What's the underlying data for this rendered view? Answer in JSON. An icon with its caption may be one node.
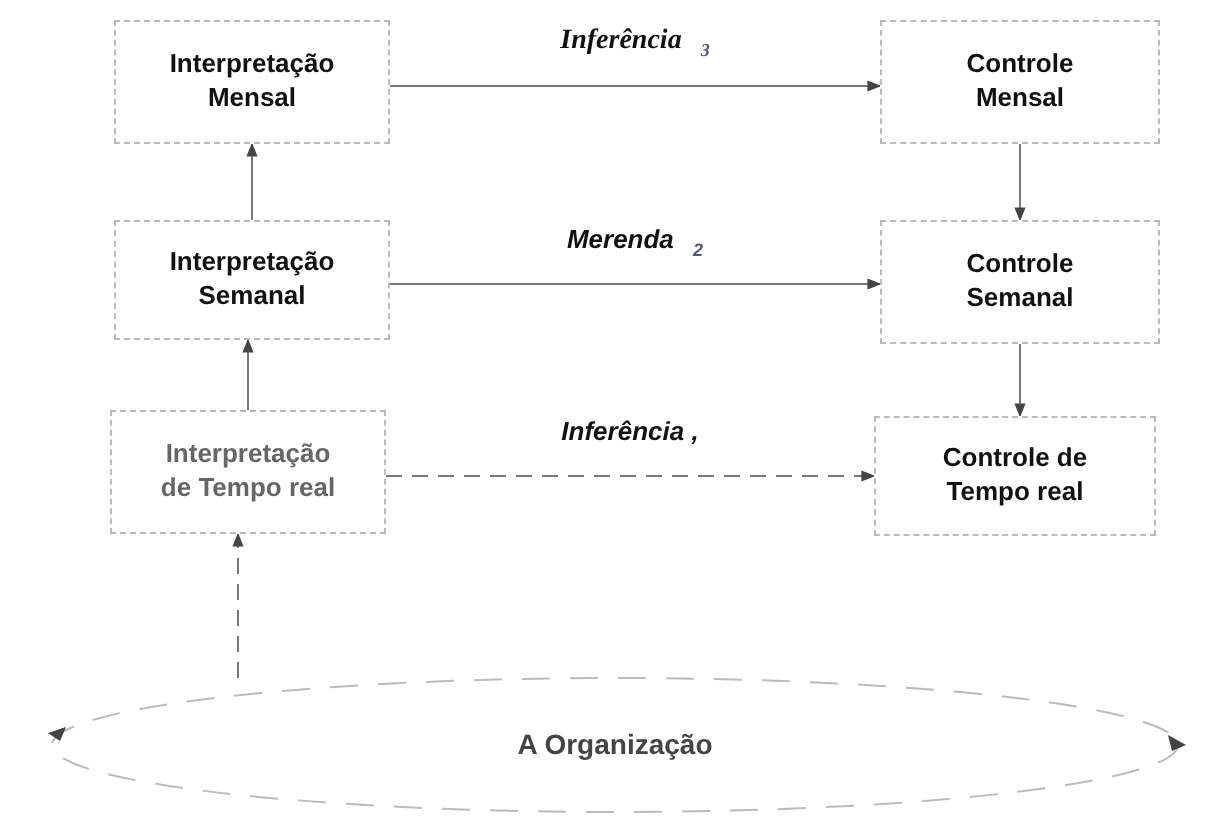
{
  "diagram": {
    "nodes": [
      {
        "text": [
          "Interpretação Mensal"
        ]
      },
      {
        "text": [
          "Controle Mensal"
        ]
      },
      {
        "text": [
          "Interpretação Semanal"
        ]
      },
      {
        "text": [
          "Controle Semanal"
        ]
      },
      {
        "text": [
          "Interpretação de Tempo real"
        ]
      },
      {
        "text": [
          "Controle de Tempo real"
        ]
      },
      {
        "text": [
          "A Organização"
        ]
      }
    ],
    "edges": [
      {
        "from": 0,
        "to": 1,
        "arrow": "to",
        "label": "Inferência $_{3}$"
      },
      {
        "from": 2,
        "to": 3,
        "arrow": "to",
        "label": "Merenda $_{2}$"
      },
      {
        "from": 4,
        "to": 5,
        "arrow": "to",
        "label": "Inferência ,",
        "style": "dashed"
      },
      {
        "from": 2,
        "to": 0,
        "arrow": "to"
      },
      {
        "from": 4,
        "to": 2,
        "arrow": "to"
      },
      {
        "from": 1,
        "to": 3,
        "arrow": "to"
      },
      {
        "from": 3,
        "to": 5,
        "arrow": "to"
      },
      {
        "from": 6,
        "to": 4,
        "arrow": "to",
        "style": "dashed"
      }
    ]
  }
}
